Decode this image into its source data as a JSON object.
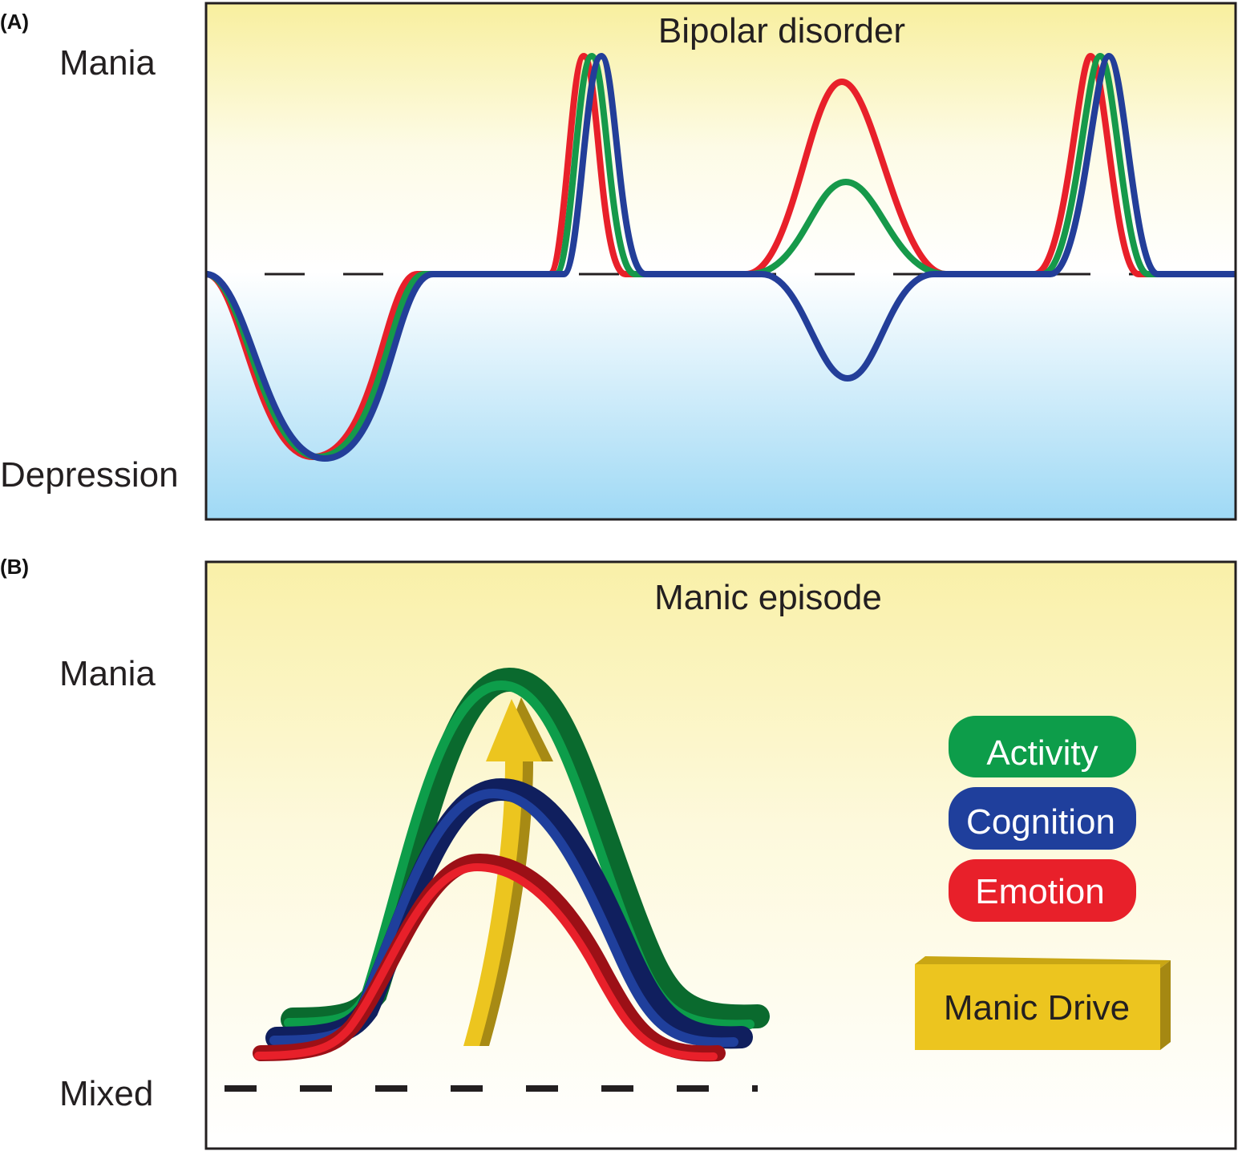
{
  "panel_a": {
    "letter": "(A)",
    "title": "Bipolar disorder",
    "label_top": "Mania",
    "label_bottom": "Depression",
    "colors": {
      "emotion": "#e8202a",
      "activity": "#16994a",
      "cognition": "#233e99"
    }
  },
  "panel_b": {
    "letter": "(B)",
    "title": "Manic episode",
    "label_top": "Mania",
    "label_bottom": "Mixed",
    "legend": [
      {
        "label": "Activity",
        "color": "#0d9d4a"
      },
      {
        "label": "Cognition",
        "color": "#1f3f9c"
      },
      {
        "label": "Emotion",
        "color": "#e8202a"
      }
    ],
    "drive_label": "Manic Drive",
    "drive_color": "#ecc51f"
  }
}
